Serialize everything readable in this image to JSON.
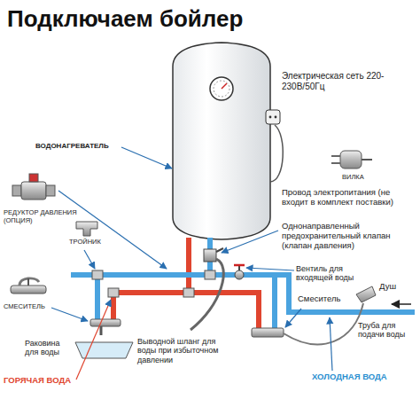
{
  "diagram": {
    "title": "Подключаем бойлер",
    "labels": [
      "Электрическая сеть 220-230В/50Гц",
      "ВОДОНАГРЕВАТЕЛЬ",
      "ВИЛКА",
      "РЕДУКТОР ДАВЛЕНИЯ (ОПЦИЯ)",
      "Провод электропитания (не входит в комплект поставки)",
      "Однонаправленный предохранительный клапан (клапан давления)",
      "ТРОЙНИК",
      "Вентиль для входящей воды",
      "Душ",
      "СМЕСИТЕЛЬ",
      "Смеситель",
      "Труба для подачи воды",
      "Раковина для воды",
      "Выводной шланг для воды при избыточном давлении",
      "ГОРЯЧАЯ ВОДА",
      "ХОЛОДНАЯ ВОДА"
    ]
  }
}
